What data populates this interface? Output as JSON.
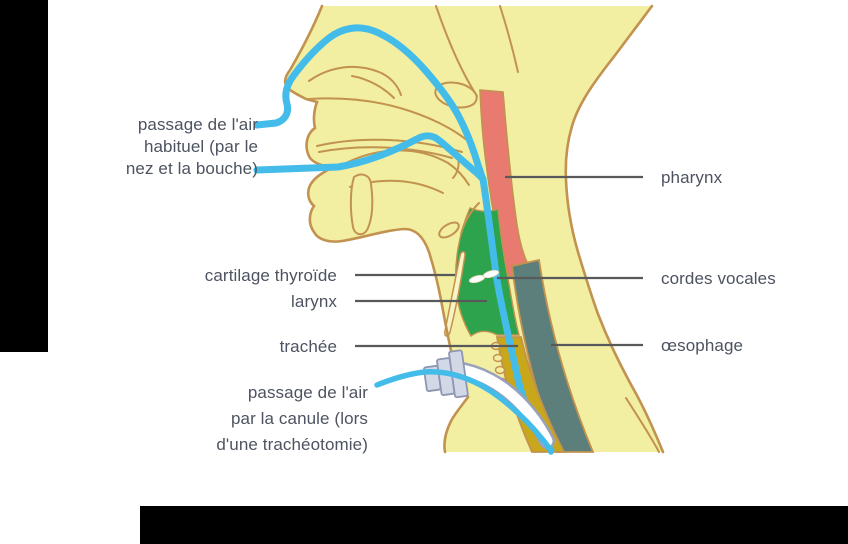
{
  "figure": {
    "description": "Coupe anatomique de la tête et du cou montrant le trajet de l'air (respiration normale et trachéotomie)",
    "colors": {
      "skin": "#F2EEA2",
      "outline_brown": "#C2924F",
      "pharynx_red": "#E87A6F",
      "larynx_green": "#2EA34D",
      "trachea_gold": "#C9A71A",
      "esophagus_slate": "#5C7F7B",
      "airway_blue": "#43BCE9",
      "cannula_gray": "#98A0BB",
      "label_text": "#4D5360",
      "leader_line": "#58595B",
      "crop_bar": "#000000"
    },
    "labels": {
      "air_nose": {
        "lines": [
          "passage de l'air",
          "habituel (par le",
          "nez et la bouche)"
        ]
      },
      "cartilage": {
        "text": "cartilage thyroïde"
      },
      "larynx": {
        "text": "larynx"
      },
      "trachee": {
        "text": "trachée"
      },
      "air_canule": {
        "lines": [
          "passage de l'air",
          "par la canule (lors",
          "d'une trachéotomie)"
        ]
      },
      "pharynx": {
        "text": "pharynx"
      },
      "cordes_vocales": {
        "text": "cordes vocales"
      },
      "oesophage": {
        "text": "œsophage"
      }
    }
  }
}
